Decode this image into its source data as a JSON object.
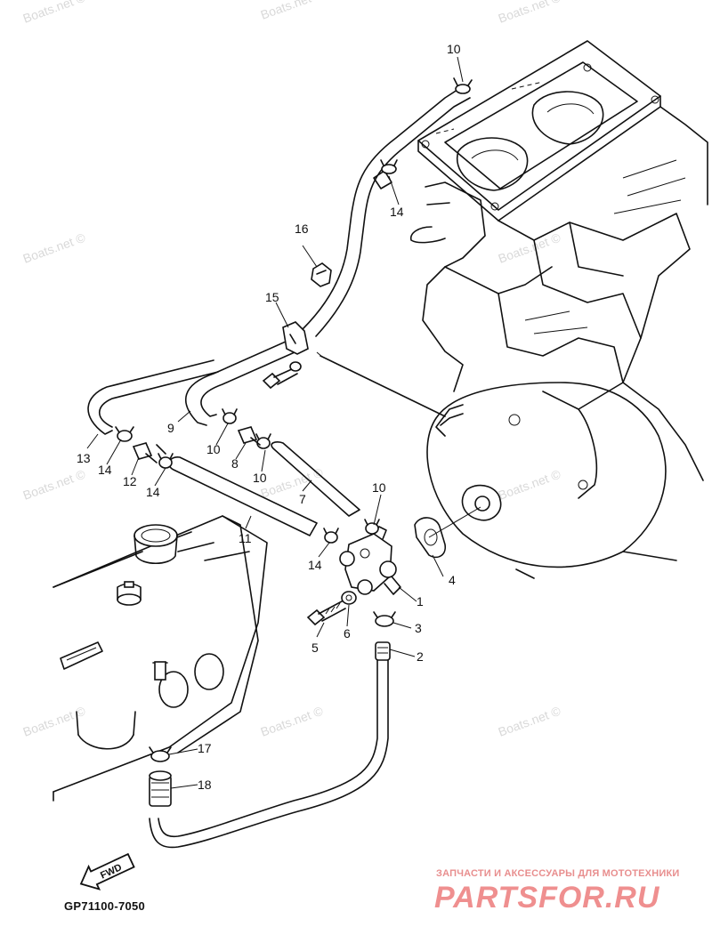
{
  "watermark_text": "Boats.net ©",
  "callouts": [
    "1",
    "2",
    "3",
    "4",
    "5",
    "6",
    "7",
    "8",
    "9",
    "10",
    "11",
    "12",
    "13",
    "14",
    "15",
    "16",
    "17",
    "18"
  ],
  "fwd_label": "FWD",
  "catalog_code": "GP71100-7050",
  "brand": {
    "tagline": "ЗАПЧАСТИ И АКСЕССУАРЫ ДЛЯ МОТОТЕХНИКИ",
    "logo": "PARTSFOR.RU"
  }
}
